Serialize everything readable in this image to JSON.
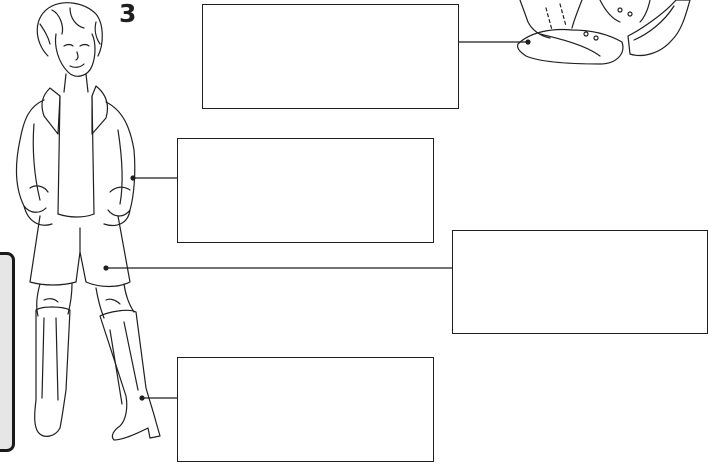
{
  "worksheet": {
    "item_number": "3",
    "answer_boxes": [
      {
        "name": "shoe-answer-box",
        "value": ""
      },
      {
        "name": "jacket-answer-box",
        "value": ""
      },
      {
        "name": "shorts-answer-box",
        "value": ""
      },
      {
        "name": "boots-answer-box",
        "value": ""
      }
    ],
    "line_color": "#1f1f1f",
    "tab_fill": "#e6e6e6"
  }
}
